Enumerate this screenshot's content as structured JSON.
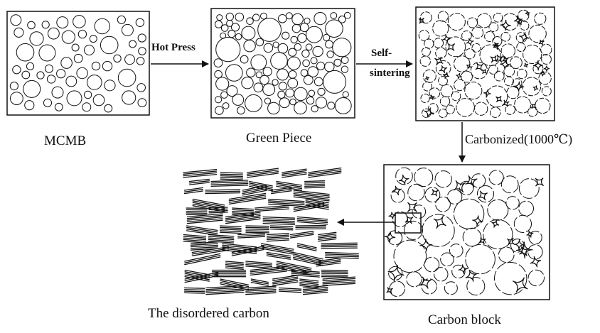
{
  "stages": {
    "mcmb": "MCMB",
    "green_piece": "Green Piece",
    "carbon_block": "Carbon block",
    "disordered_carbon": "The disordered carbon"
  },
  "arrows": {
    "hot_press": "Hot Press",
    "self_sintering_1": "Self-",
    "self_sintering_2": "sintering",
    "carbonized": "Carbonized(1000℃)"
  },
  "colors": {
    "stroke": "#111111",
    "background": "#ffffff"
  }
}
